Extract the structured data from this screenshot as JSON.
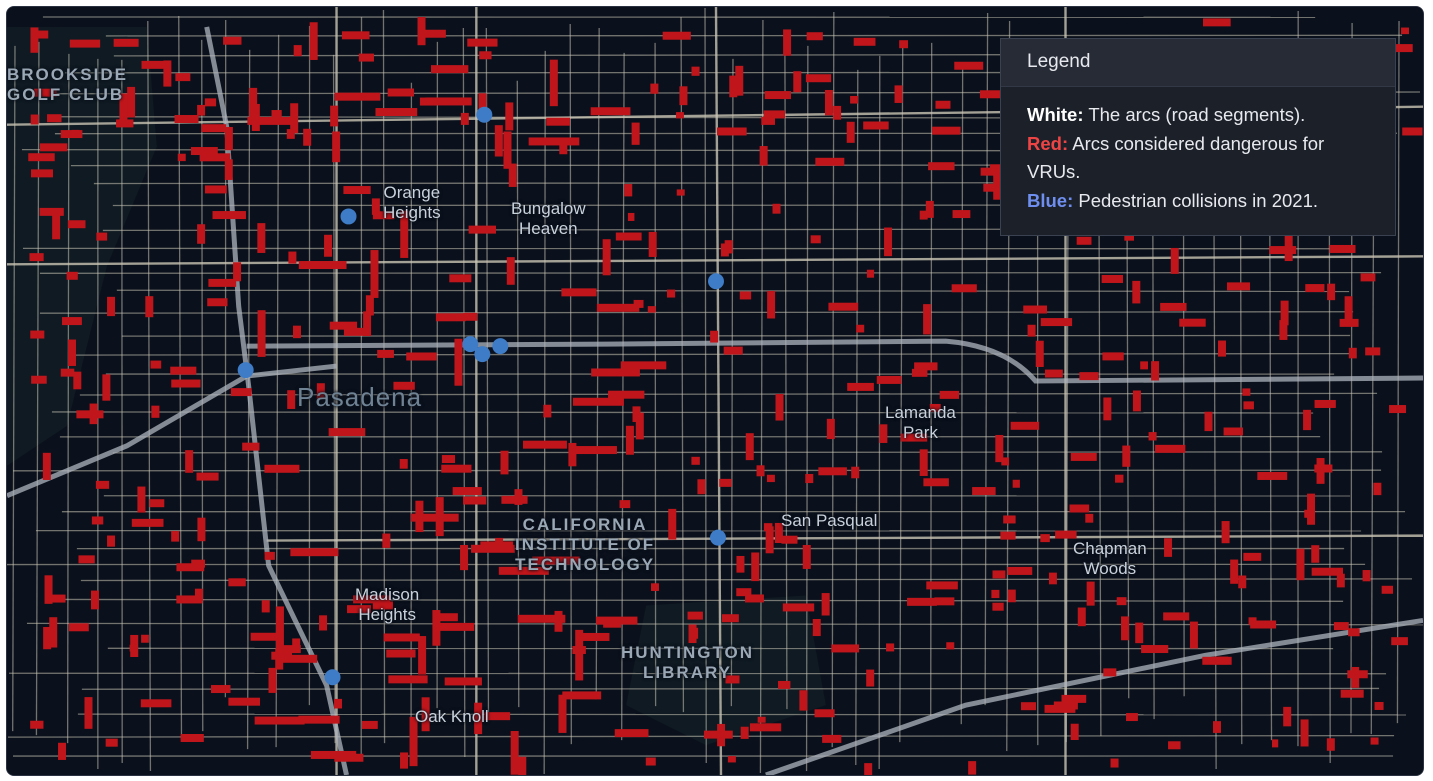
{
  "map": {
    "place_labels": {
      "brookside": "BROOKSIDE\nGOLF CLUB",
      "orange_heights": "Orange\nHeights",
      "bungalow_heaven": "Bungalow\nHeaven",
      "pasadena": "Pasadena",
      "lamanda_park": "Lamanda\nPark",
      "caltech": "CALIFORNIA\nINSTITUTE OF\nTECHNOLOGY",
      "san_pasqual": "San Pasqual",
      "chapman_woods": "Chapman\nWoods",
      "madison_heights": "Madison\nHeights",
      "huntington": "HUNTINGTON\nLIBRARY",
      "oak_knoll": "Oak Knoll"
    },
    "colors": {
      "background": "#0b111c",
      "roads": "#c9c4b4",
      "dangerous_arcs": "#c0161b",
      "collisions": "#3f7cc8"
    },
    "icons": {
      "collision_marker": "circle-marker-icon"
    }
  },
  "legend": {
    "title": "Legend",
    "white_key": "White:",
    "white_text": "The arcs (road segments).",
    "red_key": "Red:",
    "red_text": "Arcs considered dangerous for VRUs.",
    "blue_key": "Blue:",
    "blue_text": "Pedestrian collisions in 2021."
  }
}
